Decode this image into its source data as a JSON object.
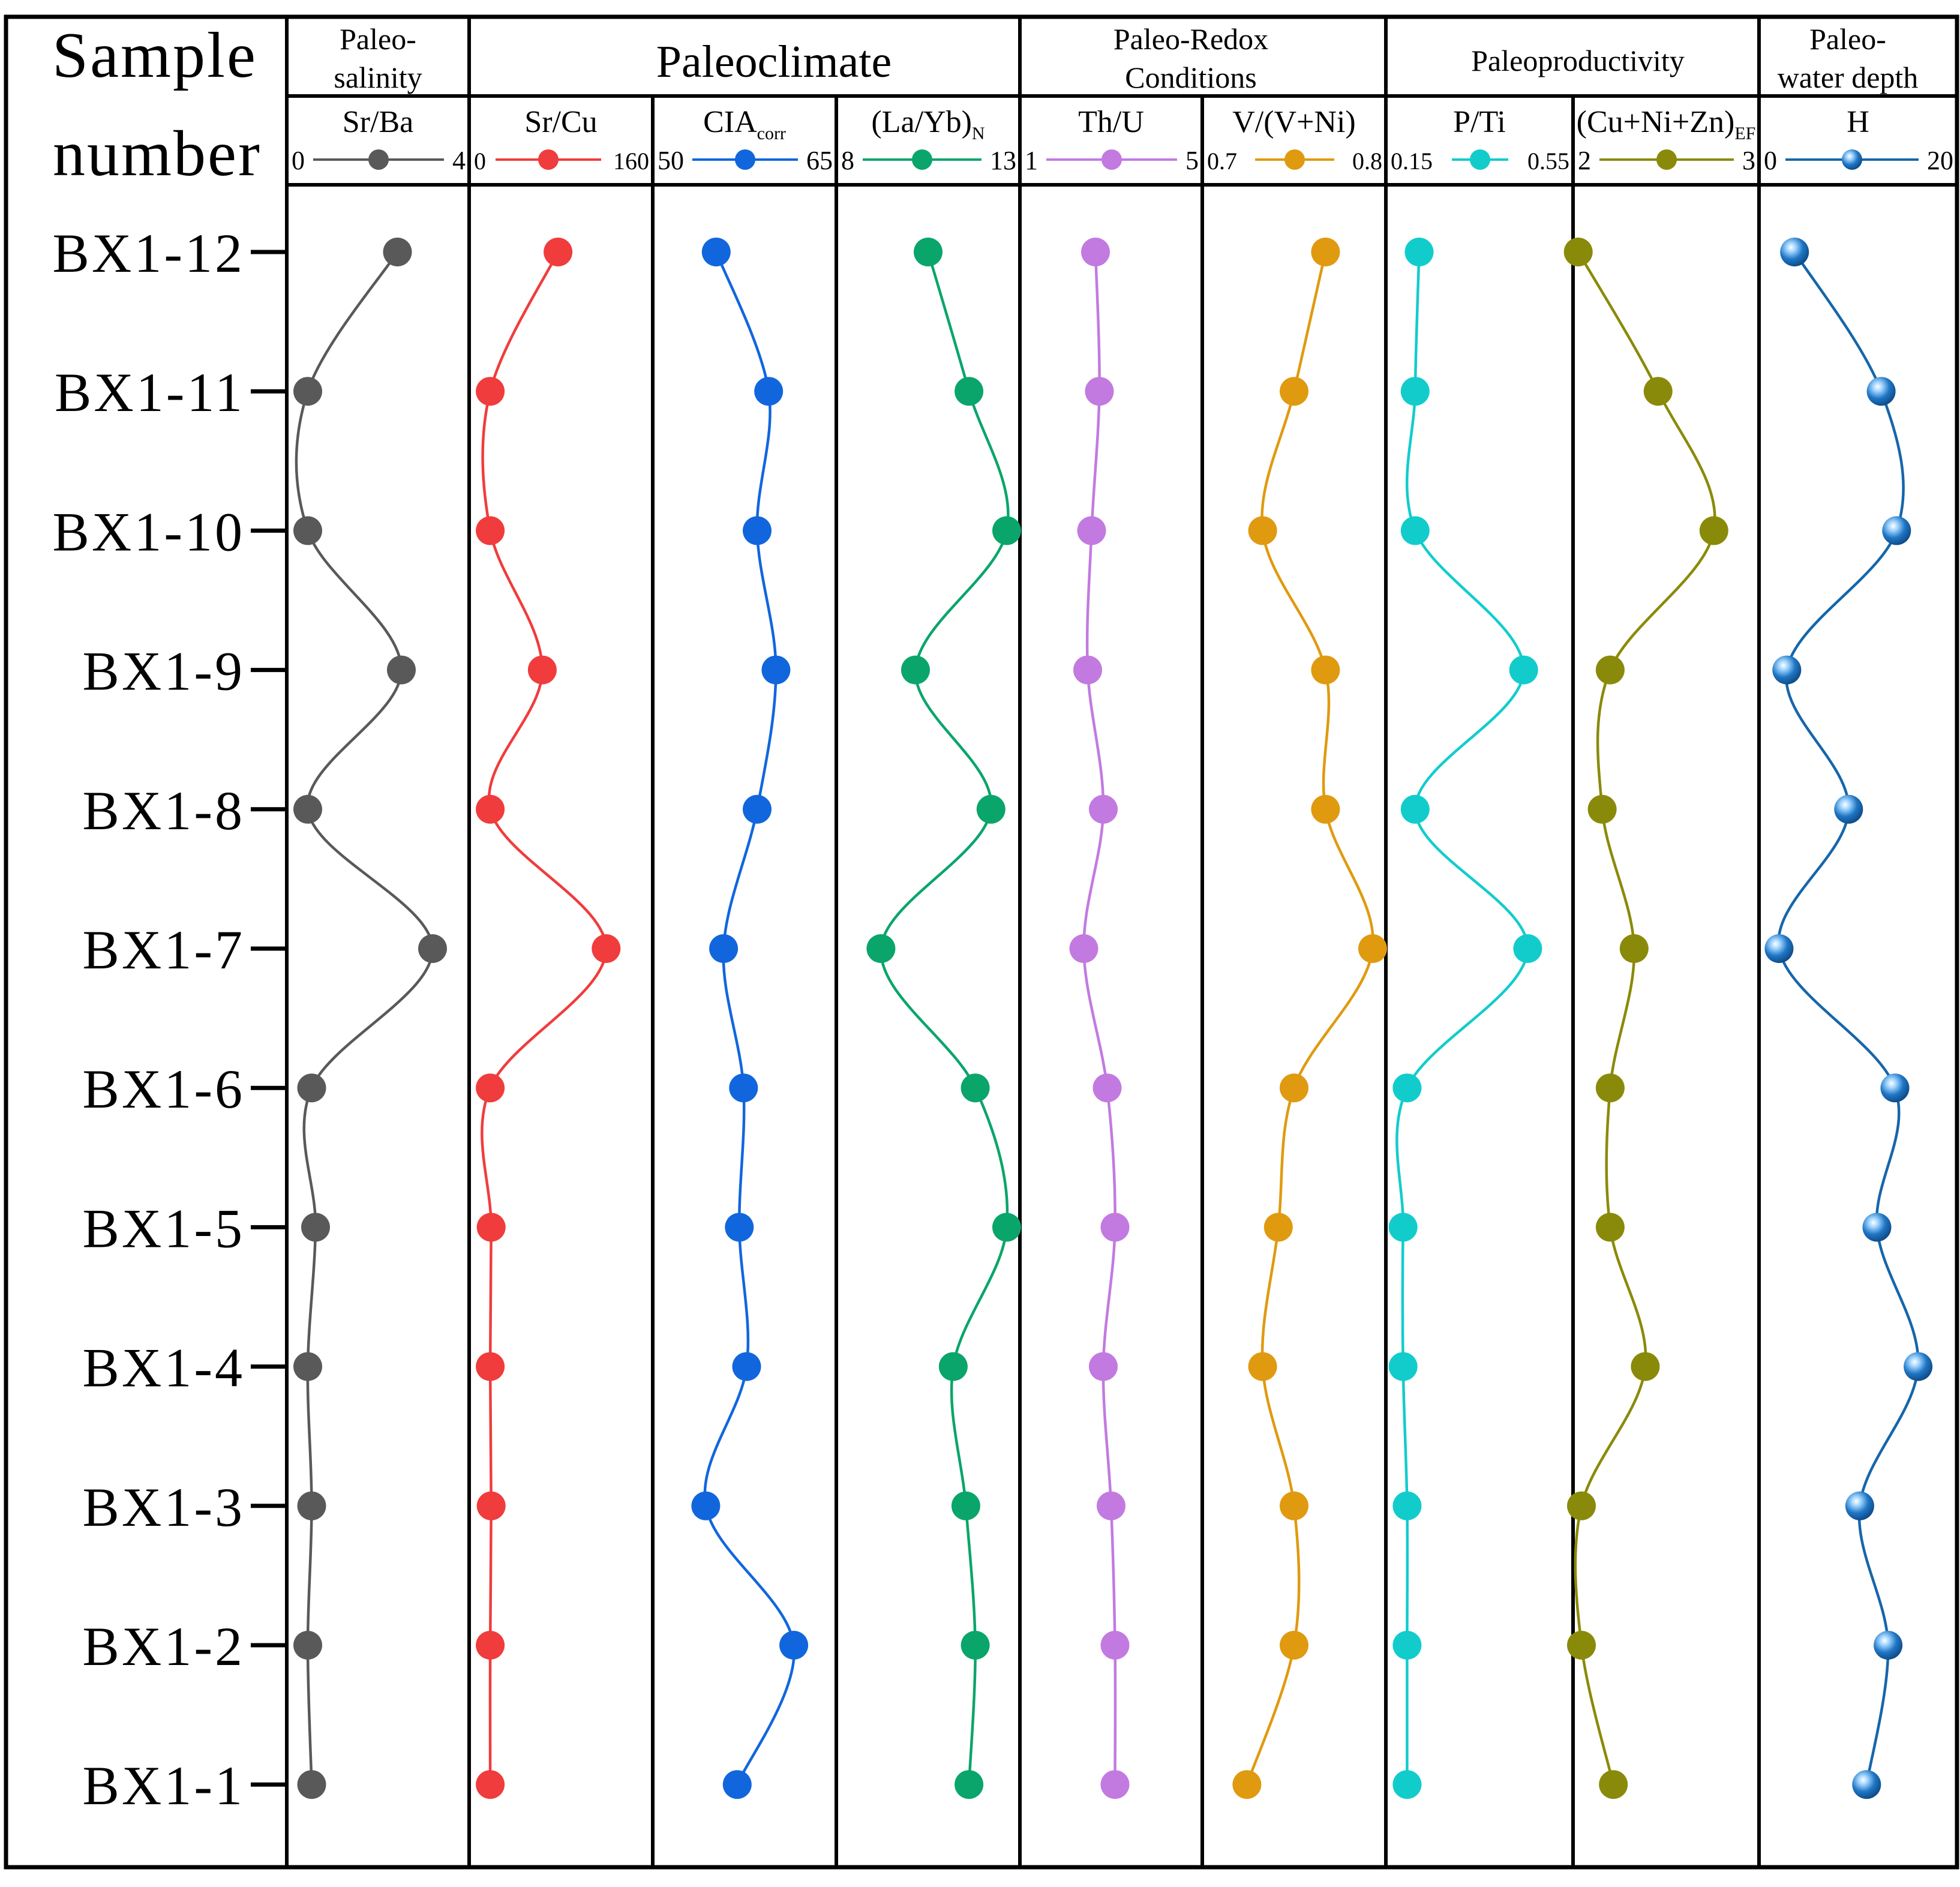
{
  "header": {
    "sample_title_line1": "Sample",
    "sample_title_line2": "number"
  },
  "groups": [
    {
      "id": "paleosalinity",
      "line1": "Paleo-",
      "line2": "salinity"
    },
    {
      "id": "paleoclimate",
      "line1": "Paleoclimate",
      "line2": ""
    },
    {
      "id": "paleoredox",
      "line1": "Paleo-Redox",
      "line2": "Conditions"
    },
    {
      "id": "paleoproductivity",
      "line1": "Paleoproductivity",
      "line2": ""
    },
    {
      "id": "paleowaterdepth",
      "line1": "Paleo-",
      "line2": "water depth"
    }
  ],
  "chart_data": {
    "type": "line",
    "orientation": "vertical-profile",
    "samples": [
      "BX1-12",
      "BX1-11",
      "BX1-10",
      "BX1-9",
      "BX1-8",
      "BX1-7",
      "BX1-6",
      "BX1-5",
      "BX1-4",
      "BX1-3",
      "BX1-2",
      "BX1-1"
    ],
    "grid": false,
    "series": [
      {
        "name": "Sr/Ba",
        "label_main": "Sr/Ba",
        "label_sub": "",
        "group": "paleosalinity",
        "xlim": [
          0,
          4
        ],
        "tick_min": "0",
        "tick_max": "4",
        "color": "#595959",
        "marker": "flat",
        "values": [
          2.5,
          0.2,
          0.2,
          2.6,
          0.2,
          3.4,
          0.3,
          0.4,
          0.2,
          0.3,
          0.2,
          0.3
        ]
      },
      {
        "name": "Sr/Cu",
        "label_main": "Sr/Cu",
        "label_sub": "",
        "group": "paleoclimate",
        "xlim": [
          0,
          160
        ],
        "tick_min": "0",
        "tick_max": "160",
        "color": "#f03c3c",
        "marker": "flat",
        "values": [
          77,
          8,
          8,
          61,
          8,
          126,
          8,
          9,
          8,
          9,
          8,
          8
        ]
      },
      {
        "name": "CIAcorr",
        "label_main": "CIA",
        "label_sub": "corr",
        "group": "paleoclimate",
        "xlim": [
          50,
          65
        ],
        "tick_min": "50",
        "tick_max": "65",
        "color": "#1166dd",
        "marker": "flat",
        "values": [
          54.8,
          59.8,
          58.7,
          60.5,
          58.7,
          55.5,
          57.4,
          57.0,
          57.7,
          53.8,
          62.2,
          56.8
        ]
      },
      {
        "name": "(La/Yb)N",
        "label_main": "(La/Yb)",
        "label_sub": "N",
        "group": "paleoclimate",
        "xlim": [
          8,
          13
        ],
        "tick_min": "8",
        "tick_max": "13",
        "color": "#0aa56a",
        "marker": "flat",
        "values": [
          10.5,
          11.8,
          13.0,
          10.1,
          12.5,
          9.0,
          12.0,
          13.0,
          11.3,
          11.7,
          12.0,
          11.8
        ]
      },
      {
        "name": "Th/U",
        "label_main": "Th/U",
        "label_sub": "",
        "group": "paleoredox",
        "xlim": [
          1,
          5
        ],
        "tick_min": "1",
        "tick_max": "5",
        "color": "#c27ae0",
        "marker": "flat",
        "values": [
          2.6,
          2.7,
          2.5,
          2.4,
          2.8,
          2.3,
          2.9,
          3.1,
          2.8,
          3.0,
          3.1,
          3.1
        ]
      },
      {
        "name": "V/(V+Ni)",
        "label_main": "V/(V+Ni)",
        "label_sub": "",
        "group": "paleoredox",
        "xlim": [
          0.7,
          0.8
        ],
        "tick_min": "0.7",
        "tick_max": "0.8",
        "color": "#e09a10",
        "marker": "flat",
        "values": [
          0.77,
          0.75,
          0.73,
          0.77,
          0.77,
          0.8,
          0.75,
          0.74,
          0.73,
          0.75,
          0.75,
          0.72
        ]
      },
      {
        "name": "P/Ti",
        "label_main": "P/Ti",
        "label_sub": "",
        "group": "paleoproductivity",
        "xlim": [
          0.15,
          0.55
        ],
        "tick_min": "0.15",
        "tick_max": "0.55",
        "color": "#12cccc",
        "marker": "flat",
        "values": [
          0.2,
          0.19,
          0.19,
          0.46,
          0.19,
          0.47,
          0.17,
          0.16,
          0.16,
          0.17,
          0.17,
          0.17
        ]
      },
      {
        "name": "(Cu+Ni+Zn)EF",
        "label_main": "(Cu+Ni+Zn)",
        "label_sub": "EF",
        "group": "paleoproductivity",
        "xlim": [
          2,
          3
        ],
        "tick_min": "2",
        "tick_max": "3",
        "color": "#8a8a0a",
        "marker": "flat",
        "values": [
          1.95,
          2.45,
          2.8,
          2.15,
          2.1,
          2.3,
          2.15,
          2.15,
          2.37,
          1.97,
          1.97,
          2.17
        ]
      },
      {
        "name": "H",
        "label_main": "H",
        "label_sub": "",
        "group": "paleowaterdepth",
        "xlim": [
          0,
          20
        ],
        "tick_min": "0",
        "tick_max": "20",
        "color": "#1666aa",
        "marker": "glossy",
        "values": [
          2.6,
          12.7,
          14.5,
          1.7,
          8.9,
          0.8,
          14.3,
          12.2,
          17.0,
          10.2,
          13.5,
          11.0
        ]
      }
    ]
  }
}
